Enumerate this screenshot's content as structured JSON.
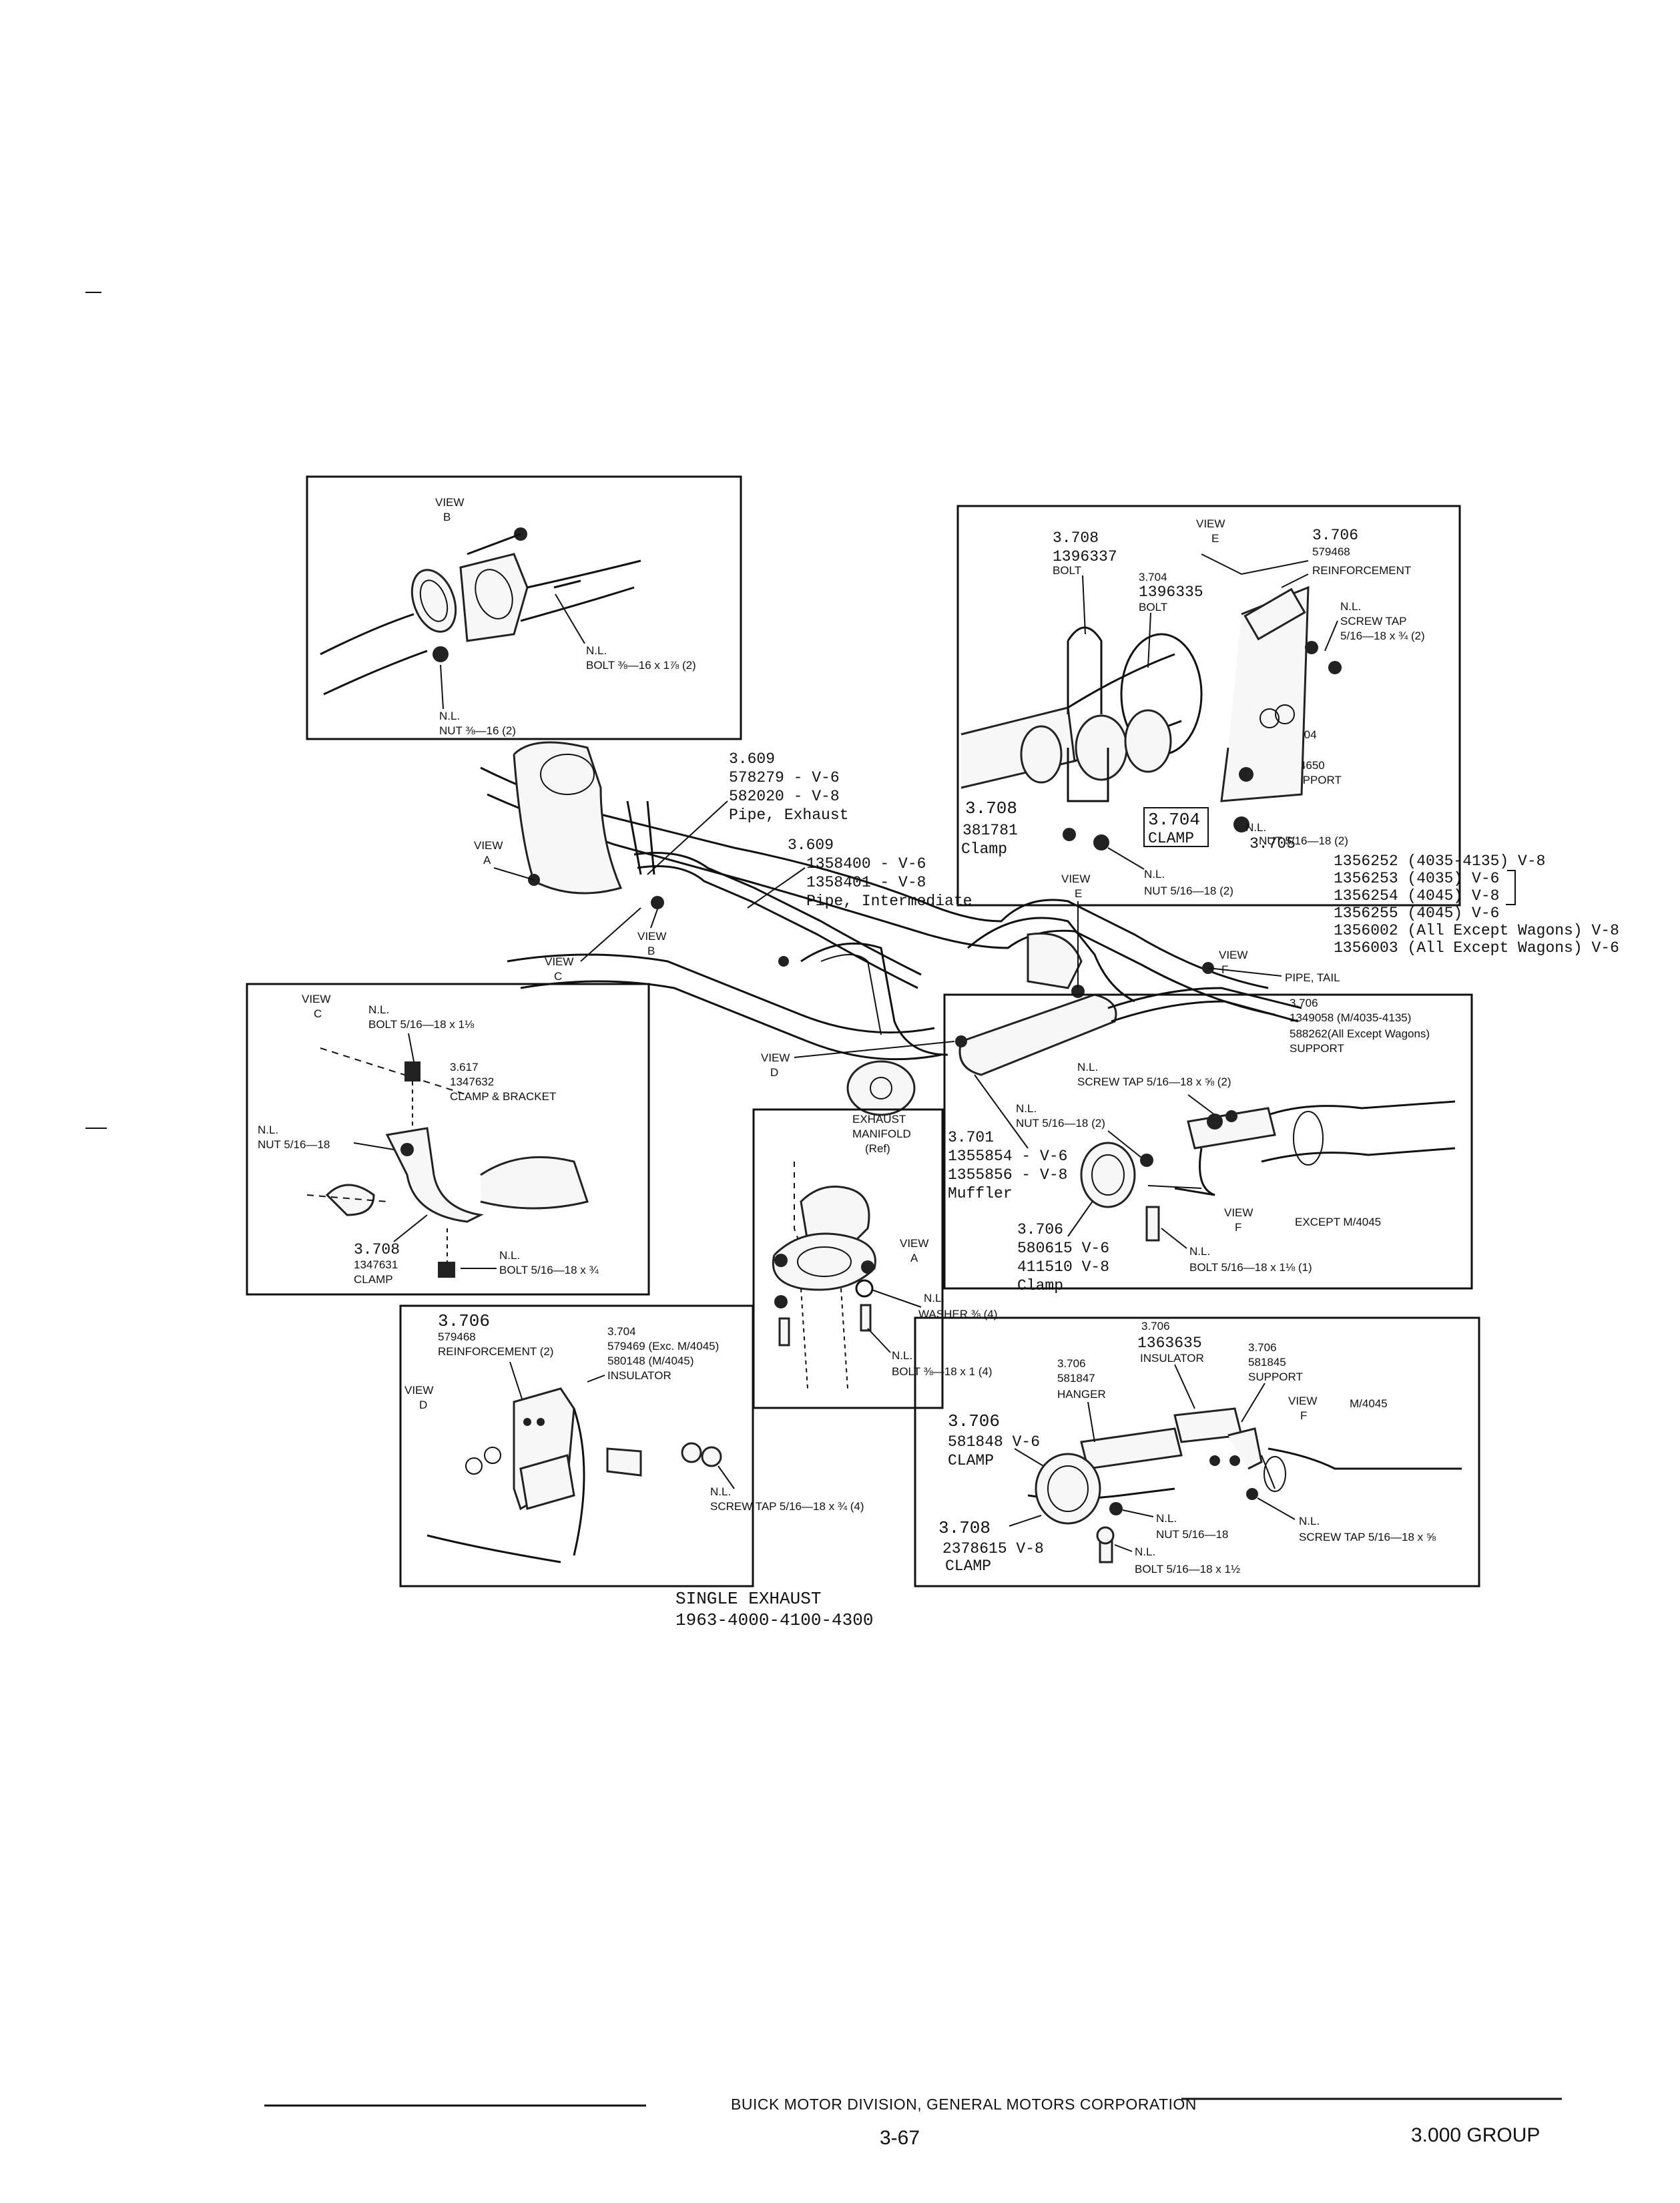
{
  "view_b": {
    "title": "VIEW",
    "letter": "B",
    "bolt_nl": "N.L.",
    "bolt_spec": "BOLT ⅜—16 x 1⅞ (2)",
    "nut_nl": "N.L.",
    "nut_spec": "NUT ⅜—16 (2)"
  },
  "view_e": {
    "title": "VIEW",
    "letter": "E",
    "bolt1_num": "3.708",
    "bolt1_part": "1396337",
    "bolt1_label": "BOLT",
    "bolt2_num": "3.704",
    "bolt2_part": "1396335",
    "bolt2_label": "BOLT",
    "reinf_num": "3.706",
    "reinf_part": "579468",
    "reinf_label": "REINFORCEMENT",
    "screw_nl": "N.L.",
    "screw_label": "SCREW TAP",
    "screw_spec": "5/16—18 x ¾ (2)",
    "sup_num": "3.704",
    "sup_part": "584650",
    "sup_label": "SUPPORT",
    "clamp1_num": "3.708",
    "clamp1_part": "381781",
    "clamp1_label": "Clamp",
    "clamp2_num": "3.704",
    "clamp2_label": "CLAMP",
    "nut1_nl": "N.L.",
    "nut1_spec": "NUT 5/16—18 (2)",
    "nut2_nl": "N.L.",
    "nut2_spec": "NUT 5/16—18 (2)"
  },
  "main": {
    "pipe_exh_num": "3.609",
    "pipe_exh_v6": "578279 - V-6",
    "pipe_exh_v8": "582020 - V-8",
    "pipe_exh_label": "Pipe, Exhaust",
    "pipe_int_num": "3.609",
    "pipe_int_v6": "1358400 - V-6",
    "pipe_int_v8": "1358401 - V-8",
    "pipe_int_label": "Pipe, Intermediate",
    "tail_num": "3.705",
    "tail_line1": "1356252 (4035-4135) V-8",
    "tail_line2": "1356253 (4035) V-6",
    "tail_line3": "1356254 (4045) V-8",
    "tail_line4": "1356255 (4045) V-6",
    "tail_line5": "1356002 (All Except Wagons) V-8",
    "tail_line6": "1356003 (All Except Wagons) V-6",
    "tail_label": "PIPE, TAIL",
    "view_a_callout": "VIEW",
    "view_a_letter": "A",
    "view_b_callout": "VIEW",
    "view_b_letter": "B",
    "view_c_callout": "VIEW",
    "view_c_letter": "C",
    "view_d_callout": "VIEW",
    "view_d_letter": "D",
    "view_e_callout": "VIEW",
    "view_e_letter": "E",
    "view_f_callout": "VIEW",
    "view_f_letter": "F",
    "muffler_num": "3.701",
    "muffler_v6": "1355854 - V-6",
    "muffler_v8": "1355856 - V-8",
    "muffler_label": "Muffler",
    "clampm_num": "3.706",
    "clampm_v6": "580615 V-6",
    "clampm_v8": "411510 V-8",
    "clampm_label": "Clamp"
  },
  "view_c": {
    "title": "VIEW",
    "letter": "C",
    "bolt_nl": "N.L.",
    "bolt_spec": "BOLT 5/16—18 x 1⅛",
    "cb_num": "3.617",
    "cb_part": "1347632",
    "cb_label": "CLAMP & BRACKET",
    "nut_nl": "N.L.",
    "nut_spec": "NUT 5/16—18",
    "clamp_num": "3.708",
    "clamp_part": "1347631",
    "clamp_label": "CLAMP",
    "bolt2_nl": "N.L.",
    "bolt2_spec": "BOLT 5/16—18 x ¾"
  },
  "view_f_except": {
    "sup_num": "3.706",
    "sup_part1": "1349058 (M/4035-4135)",
    "sup_part2": "588262(All Except Wagons)",
    "sup_label": "SUPPORT",
    "screw_nl": "N.L.",
    "screw_spec": "SCREW TAP 5/16—18 x ⅝ (2)",
    "nut_nl": "N.L.",
    "nut_spec": "NUT 5/16—18 (2)",
    "view_label": "VIEW",
    "view_letter": "F",
    "except_label": "EXCEPT M/4045",
    "bolt_nl": "N.L.",
    "bolt_spec": "BOLT 5/16—18 x 1⅛ (1)"
  },
  "view_a": {
    "manifold1": "EXHAUST",
    "manifold2": "MANIFOLD",
    "manifold3": "(Ref)",
    "view_label": "VIEW",
    "view_letter": "A",
    "washer_nl": "N.L.",
    "washer_spec": "WASHER ⅜ (4)",
    "bolt_nl": "N.L.",
    "bolt_spec": "BOLT ⅜—18 x 1 (4)"
  },
  "view_d": {
    "title": "VIEW",
    "letter": "D",
    "reinf_num": "3.706",
    "reinf_part": "579468",
    "reinf_label": "REINFORCEMENT (2)",
    "ins_num": "3.704",
    "ins_part1": "579469 (Exc. M/4045)",
    "ins_part2": "580148 (M/4045)",
    "ins_label": "INSULATOR",
    "screw_nl": "N.L.",
    "screw_spec": "SCREW TAP 5/16—18 x ¾ (4)"
  },
  "view_f_4045": {
    "ins_num": "3.706",
    "ins_part": "1363635",
    "ins_label": "INSULATOR",
    "sup_num": "3.706",
    "sup_part": "581845",
    "sup_label": "SUPPORT",
    "hanger_num": "3.706",
    "hanger_part": "581847",
    "hanger_label": "HANGER",
    "view_label": "VIEW",
    "view_letter": "F",
    "model": "M/4045",
    "clamp_num": "3.706",
    "clamp_part": "581848 V-6",
    "clamp_label": "CLAMP",
    "clamp2_num": "3.708",
    "clamp2_part": "2378615 V-8",
    "clamp2_label": "CLAMP",
    "nut_nl": "N.L.",
    "nut_spec": "NUT 5/16—18",
    "screw_nl": "N.L.",
    "screw_spec": "SCREW TAP 5/16—18 x ⅝",
    "bolt_nl": "N.L.",
    "bolt_spec": "BOLT 5/16—18 x 1½"
  },
  "caption": {
    "line1": "SINGLE EXHAUST",
    "line2": "1963-4000-4100-4300"
  },
  "footer": {
    "division": "BUICK MOTOR DIVISION, GENERAL MOTORS CORPORATION",
    "page": "3-67",
    "group": "3.000 GROUP"
  }
}
